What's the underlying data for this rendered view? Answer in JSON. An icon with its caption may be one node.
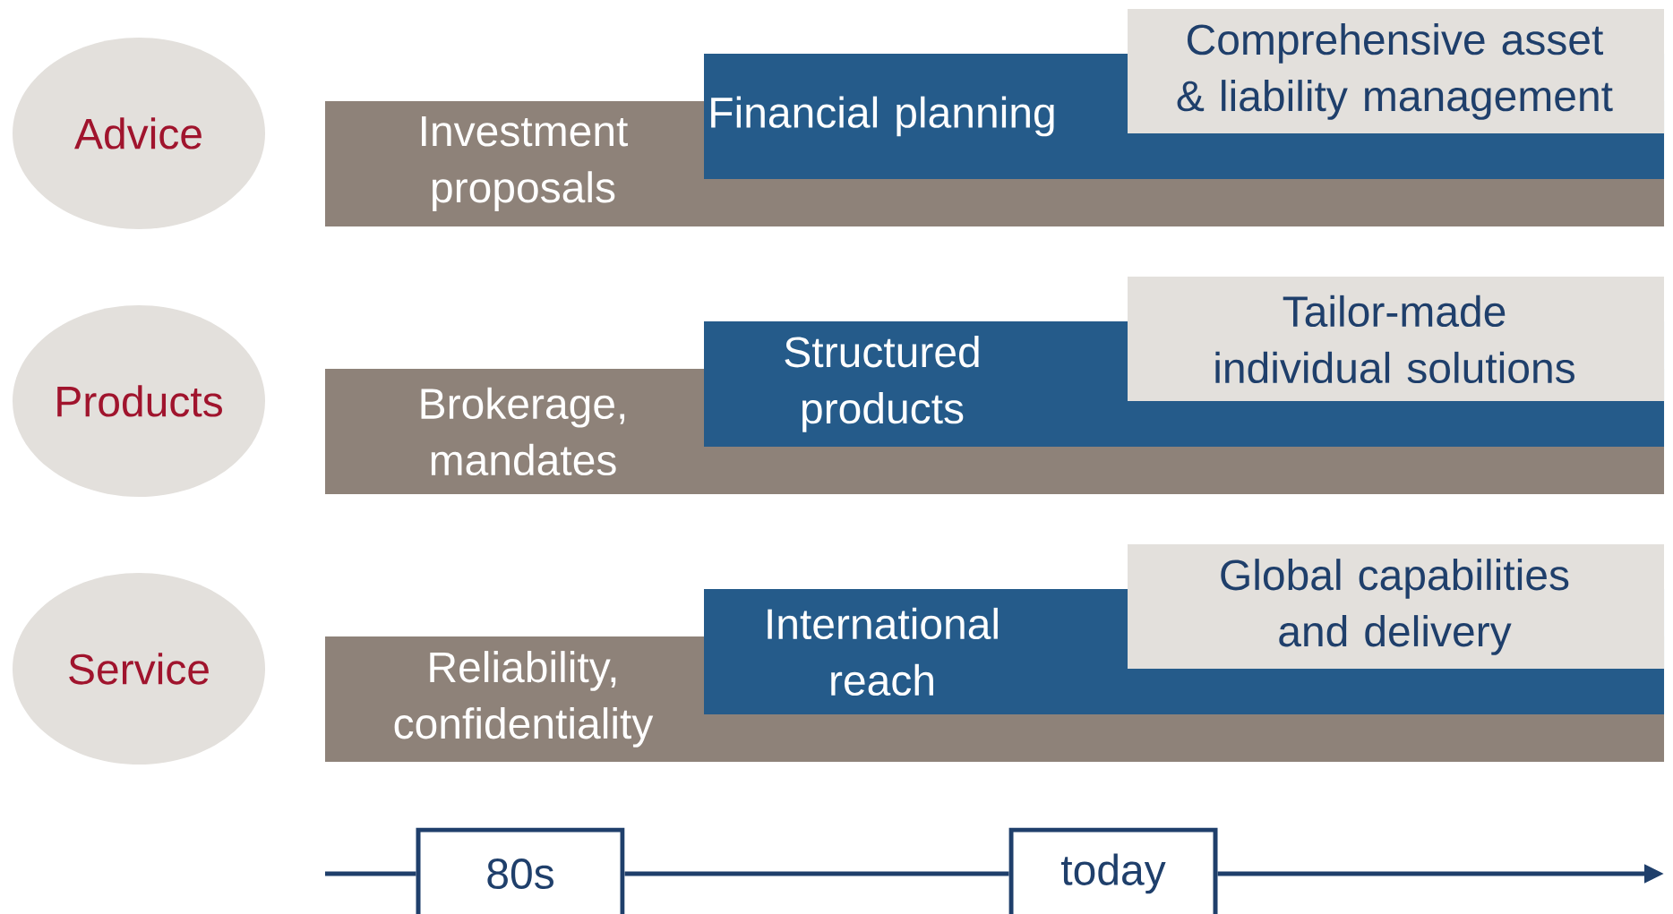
{
  "diagram": {
    "nodes": [
      {
        "text": [
          "Advice"
        ]
      },
      {
        "text": [
          "Investment proposals"
        ]
      },
      {
        "text": [
          "Financial planning"
        ]
      },
      {
        "text": [
          "Comprehensive asset & liability management"
        ]
      },
      {
        "text": [
          "Products"
        ]
      },
      {
        "text": [
          "Brokerage, mandates"
        ]
      },
      {
        "text": [
          "Structured products"
        ]
      },
      {
        "text": [
          "Tailor-made individual solutions"
        ]
      },
      {
        "text": [
          "Service"
        ]
      },
      {
        "text": [
          "Reliability, confidentiality"
        ]
      },
      {
        "text": [
          "International reach"
        ]
      },
      {
        "text": [
          "Global capabilities and delivery"
        ]
      },
      {
        "text": [
          "80s"
        ]
      },
      {
        "text": [
          "today"
        ]
      }
    ],
    "edges": [
      {
        "from": null,
        "to": 12,
        "arrow": "none"
      },
      {
        "from": 12,
        "to": 13,
        "arrow": "none"
      },
      {
        "from": 13,
        "to": null,
        "arrow": "to"
      }
    ]
  }
}
